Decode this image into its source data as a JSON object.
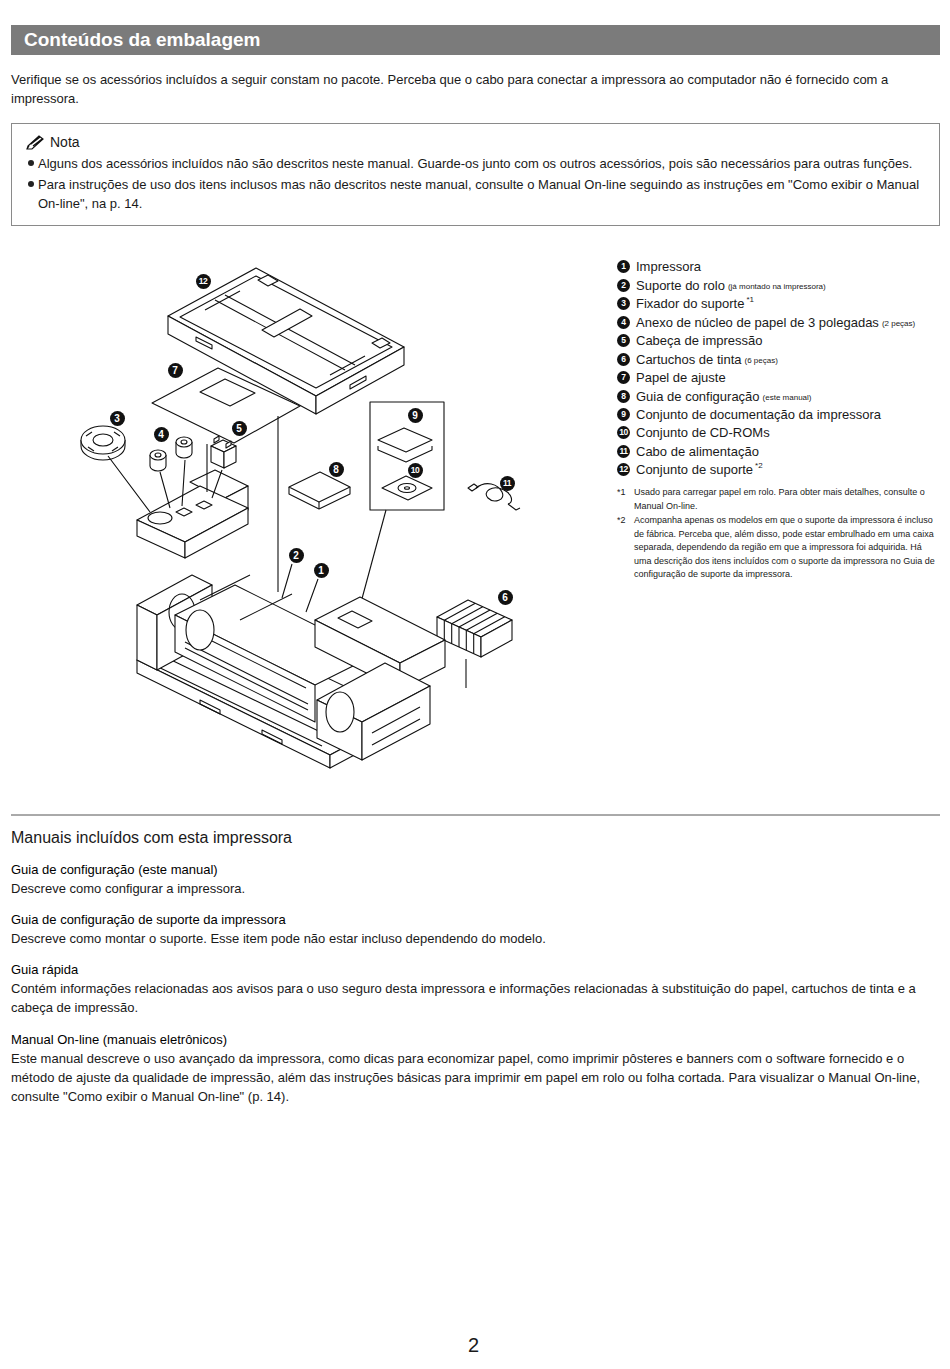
{
  "diagram": {
    "title": "Conteúdos da embalagem",
    "nodes": [
      {
        "text": [
          "Nota",
          "Alguns dos acessórios incluídos não são descritos neste manual. Guarde-os junto com os outros acessórios, pois são necessários para outras funções.",
          "Para instruções de uso dos itens inclusos mas não descritos neste manual, consulte o Manual On-line seguindo as instruções em \"Como exibir o Manual On-line\", na p. 14."
        ]
      }
    ],
    "labels": [
      "Verifique se os acessórios incluídos a seguir constam no pacote. Perceba que o cabo para conectar a impressora ao computador não é fornecido com a impressora.",
      "12",
      "7",
      "3",
      "4",
      "5",
      "9",
      "8",
      "10",
      "11",
      "2",
      "1",
      "6",
      "1",
      "Impressora",
      "2",
      "Suporte do rolo",
      "(já montado na impressora)",
      "3",
      "Fixador do suporte",
      "*1",
      "4",
      "Anexo de núcleo de papel de 3 polegadas",
      "(2 peças)",
      "5",
      "Cabeça de impressão",
      "6",
      "Cartuchos de tinta",
      "(6 peças)",
      "7",
      "Papel de ajuste",
      "8",
      "Guia de configuração",
      "(este manual)",
      "9",
      "Conjunto de documentação da impressora",
      "10",
      "Conjunto de CD-ROMs",
      "11",
      "Cabo de alimentação",
      "12",
      "Conjunto de suporte",
      "*2",
      "*1",
      "Usado para carregar papel em rolo. Para obter mais detalhes, consulte o Manual On-line.",
      "*2",
      "Acompanha apenas os modelos em que o suporte da impressora é incluso de fábrica. Perceba que, além disso, pode estar embrulhado em uma caixa separada, dependendo da região em que a impressora foi adquirida. Há uma descrição dos itens incluídos com o suporte da impressora no Guia de configuração de suporte da impressora.",
      "Manuais incluídos com esta impressora",
      "Guia de configuração (este manual)",
      "Descreve como configurar a impressora.",
      "Guia de configuração de suporte da impressora",
      "Descreve como montar o suporte. Esse item pode não estar incluso dependendo do modelo.",
      "Guia rápida",
      "Contém informações relacionadas aos avisos para o uso seguro desta impressora e informações relacionadas à substituição do papel, cartuchos de tinta e a cabeça de impressão.",
      "Manual On-line (manuais eletrônicos)",
      "Este manual descreve o uso avançado da impressora, como dicas para economizar papel, como imprimir pôsteres e banners com o software fornecido e o método de ajuste da qualidade de impressão, além das instruções básicas para imprimir em papel em rolo ou folha cortada. Para visualizar o Manual On-line, consulte \"Como exibir o Manual On-line\" (p. 14).",
      "2"
    ]
  }
}
